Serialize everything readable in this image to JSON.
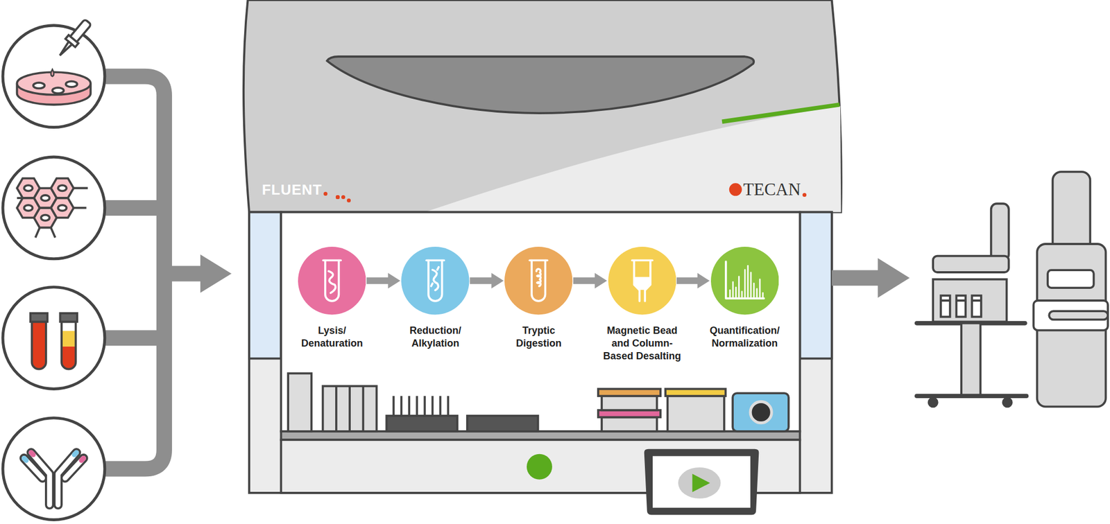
{
  "diagram": {
    "nodes": [
      {
        "text": [
          "FLUENT",
          "TECAN"
        ]
      },
      {
        "text": [
          "Lysis/ Denaturation"
        ],
        "in": 0
      },
      {
        "text": [
          "Reduction/ Alkylation"
        ],
        "in": 0
      },
      {
        "text": [
          "Tryptic Digestion"
        ],
        "in": 0
      },
      {
        "text": [
          "Magnetic Bead and Column-Based Desalting"
        ],
        "in": 0
      },
      {
        "text": [
          "Quantification/ Normalization"
        ],
        "in": 0
      }
    ],
    "edges": [
      {
        "from": 1,
        "to": 2,
        "arrow": "to"
      },
      {
        "from": 2,
        "to": 3,
        "arrow": "to"
      },
      {
        "from": 3,
        "to": 4,
        "arrow": "to"
      },
      {
        "from": 4,
        "to": 5,
        "arrow": "to"
      }
    ]
  }
}
